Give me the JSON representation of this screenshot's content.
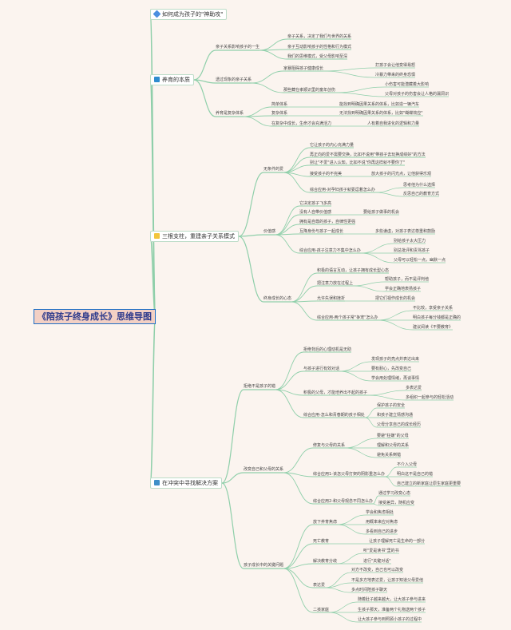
{
  "root": "《陪孩子终身成长》思维导图",
  "branches": [
    {
      "label": "如何成为孩子的\"神助攻\"",
      "icon": "rocket-icon",
      "children": []
    },
    {
      "label": "养育的本质",
      "icon": "book-icon",
      "children": [
        {
          "label": "亲子关系影响孩子的一生",
          "children": [
            {
              "label": "亲子关系，决定了我们与世界的关系"
            },
            {
              "label": "亲子互动影响孩子的性格和行为模式"
            },
            {
              "label": "我们的思维模式，受父母影响至深"
            }
          ]
        },
        {
          "label": "透过现象的亲子关系",
          "children": [
            {
              "label": "家暴阻碍孩子健康成长",
              "children": [
                {
                  "label": "打孩子会让他变得易怒"
                },
                {
                  "label": "冷暴力带来的终身恐惧"
                }
              ]
            },
            {
              "label": "那些藏在孝顺识里的童年创伤",
              "children": [
                {
                  "label": "小伤害可能潜藏着大影响"
                },
                {
                  "label": "父母对孩子的伤害会让人格的漏洞识"
                }
              ]
            }
          ]
        },
        {
          "label": "养育是复杂体系",
          "children": [
            {
              "label": "简单体系",
              "children": [
                {
                  "label": "能找到明确因果关系的体系，比如造一辆汽车"
                }
              ]
            },
            {
              "label": "复杂体系",
              "children": [
                {
                  "label": "无法找到明确因果关系的体系，比如\"蝴蝶效应\""
                }
              ]
            },
            {
              "label": "在复杂中成长，生命才会充满活力",
              "children": [
                {
                  "label": "人有着自我进化的逻辑和力量"
                }
              ]
            }
          ]
        }
      ]
    },
    {
      "label": "三根支柱，重建亲子关系模式",
      "icon": "bulb-icon",
      "children": [
        {
          "label": "无条件的爱",
          "children": [
            {
              "label": "它让孩子的内心充满力量"
            },
            {
              "label": "再正向的爱不需要交换，比如不说用\"带孩子去玩换成绩好\"的方法"
            },
            {
              "label": "别让\"不爱\"进入认知，比如不说\"你再这样就不要你了\""
            },
            {
              "label": "接受孩子的不完美",
              "children": [
                {
                  "label": "放大孩子的闪光点，让他获得乐观"
                }
              ]
            },
            {
              "label": "综合应用-对孕妇孩子就耍逗着怎么办",
              "children": [
                {
                  "label": "思考他为什么选择"
                },
                {
                  "label": "反思自己的教育方式"
                }
              ]
            }
          ]
        },
        {
          "label": "价值感",
          "children": [
            {
              "label": "它决定孩子飞多高"
            },
            {
              "label": "没有人自带价值感",
              "children": [
                {
                  "label": "要给孩子做事的机会"
                }
              ]
            },
            {
              "label": "拥有是自尊的孩子，自律性更强"
            },
            {
              "label": "互降身份与孩子一起成长",
              "children": [
                {
                  "label": "多些谦虚，对孩子表达尊重和鼓励"
                }
              ]
            },
            {
              "label": "综合应用-孩子注意力不集中怎么办",
              "children": [
                {
                  "label": "别给孩子太大压力"
                },
                {
                  "label": "别总批评和责骂孩子"
                },
                {
                  "label": "父母可以轻松一点，幽默一点"
                }
              ]
            }
          ]
        },
        {
          "label": "终身成长的心态",
          "children": [
            {
              "label": "积极的语言互动，让孩子拥有成长型心态"
            },
            {
              "label": "把注意力放在过程上",
              "children": [
                {
                  "label": "帮助孩子，而不是评判他"
                },
                {
                  "label": "学会正确地表扬孩子"
                }
              ]
            },
            {
              "label": "允许失误和挫折",
              "children": [
                {
                  "label": "把它们视作成长的机会"
                }
              ]
            },
            {
              "label": "综合应用-两个孩子常\"争宠\"怎么办",
              "children": [
                {
                  "label": "不比较，享受亲子关系"
                },
                {
                  "label": "明白孩子每分钱都是正确的"
                },
                {
                  "label": "建议阅读《不要教育》"
                }
              ]
            }
          ]
        }
      ]
    },
    {
      "label": "在冲突中寻找解决方案",
      "icon": "image-icon",
      "children": [
        {
          "label": "拒绝不是孩子的错",
          "children": [
            {
              "label": "拒绝背后的心理动机是无助"
            },
            {
              "label": "与孩子进行有效对话",
              "children": [
                {
                  "label": "发现孩子的亮点并表达出来"
                },
                {
                  "label": "要有耐心，先改变自己"
                },
                {
                  "label": "学会用处理情绪，再谈事情"
                }
              ]
            },
            {
              "label": "积极的父母，才能培养出不起的孩子",
              "children": [
                {
                  "label": "多表达爱"
                },
                {
                  "label": "多组织一起参与的轻松活动"
                }
              ]
            },
            {
              "label": "综合应用-怎么和青春期的孩子相处",
              "children": [
                {
                  "label": "保护孩子的安全"
                },
                {
                  "label": "和孩子建立情感沟通"
                },
                {
                  "label": "父母分享自己的成长经历"
                }
              ]
            }
          ]
        },
        {
          "label": "改变自己和父母的关系",
          "children": [
            {
              "label": "修复与父母的关系",
              "children": [
                {
                  "label": "要避\"狂嫌\"的父母"
                },
                {
                  "label": "理解和父母的关系"
                },
                {
                  "label": "避免关系倒错"
                }
              ]
            },
            {
              "label": "综合应用1-该怎父母打架的阴影重怎么办",
              "children": [
                {
                  "label": "不介入父母"
                },
                {
                  "label": "明白这不是自己的错"
                },
                {
                  "label": "自己建立的新家庭让原生家庭更重要"
                }
              ]
            },
            {
              "label": "综合应用2-和父母观念不同怎么办",
              "children": [
                {
                  "label": "通过学习改变心态"
                },
                {
                  "label": "接受差异，随机应变"
                }
              ]
            }
          ]
        },
        {
          "label": "孩子成长中的关键问题",
          "children": [
            {
              "label": "放下养育焦虑",
              "children": [
                {
                  "label": "学会和焦虑相处"
                },
                {
                  "label": "用概率来应对焦虑"
                },
                {
                  "label": "多看到自己的进步"
                }
              ]
            },
            {
              "label": "死亡教育",
              "children": [
                {
                  "label": "让孩子理解死亡是生命的一部分"
                }
              ]
            },
            {
              "label": "解决教育分歧",
              "children": [
                {
                  "label": "听\"爱是读书\"里的书"
                },
                {
                  "label": "进行\"关键对话\""
                }
              ]
            },
            {
              "label": "表达爱",
              "children": [
                {
                  "label": "对方不改变，自己也可以改变"
                },
                {
                  "label": "不是多方地表达爱，让孩子知道父母爱他"
                },
                {
                  "label": "多点时间陪孩子聊天"
                }
              ]
            },
            {
              "label": "二孩家庭",
              "children": [
                {
                  "label": "随着肚子越来越大，让大孩子参与进来"
                },
                {
                  "label": "生孩子那天，准备两个礼物送两个孩子"
                },
                {
                  "label": "让大孩子参与到照顾小孩子的过程中"
                }
              ]
            }
          ]
        }
      ]
    }
  ],
  "colors": {
    "link": "#8fcfaa",
    "root_border": "#1e6fc6",
    "root_fill": "#f3d0c4",
    "background": "#fbf4ef"
  }
}
